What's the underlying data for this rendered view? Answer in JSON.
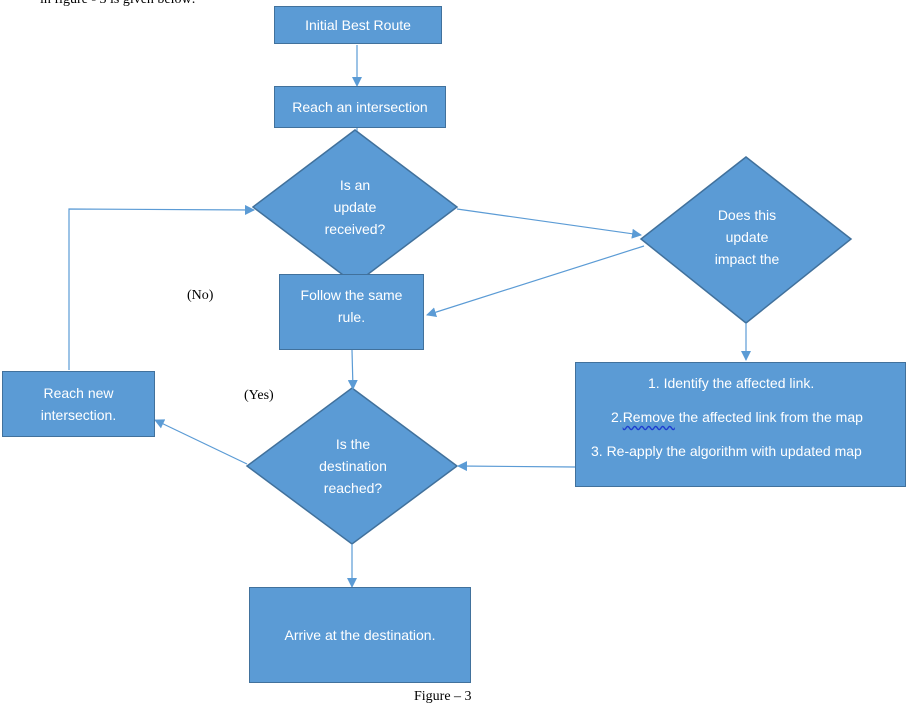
{
  "page": {
    "top_partial_text": "in figure - 3 is given below:",
    "caption": "Figure – 3"
  },
  "nodes": {
    "initial_best_route": "Initial Best Route",
    "reach_intersection": "Reach an intersection",
    "update_received": [
      "Is an",
      "update",
      "received?"
    ],
    "impact_question": [
      "Does this",
      "update",
      "impact the"
    ],
    "follow_same_rule": [
      "Follow the same",
      "rule."
    ],
    "reach_new_intersection": [
      "Reach new",
      "intersection."
    ],
    "destination_reached": [
      "Is the",
      "destination",
      "reached?"
    ],
    "arrive_destination": "Arrive at the destination.",
    "steps": {
      "step1": "1. Identify the affected link.",
      "step2_num": "2.",
      "step2_word": "Remove",
      "step2_rest": " the affected link from the map",
      "step3": "3. Re-apply the algorithm with updated map"
    }
  },
  "edge_labels": {
    "no": "(No)",
    "yes": "(Yes)"
  },
  "colors": {
    "fill": "#5b9bd5",
    "border": "#41719c",
    "arrow": "#5b9bd5",
    "text": "#ffffff",
    "spellcheck_underline": "#1f3fd0"
  }
}
